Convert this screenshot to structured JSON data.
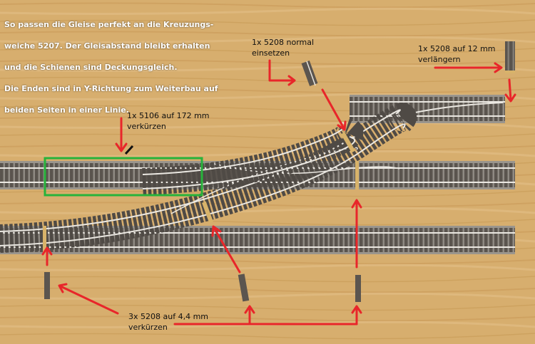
{
  "intro": {
    "line1": "So passen die Gleise perfekt an die Kreuzungs-",
    "line2": "weiche 5207. Der Gleisabstand bleibt erhalten",
    "line3": "und die Schienen sind Deckungsgleich.",
    "line4": "Die Enden sind in Y-Richtung zum Weiterbau auf",
    "line5": "beiden Seiten in einer Linie."
  },
  "labels": {
    "normal": "1x 5208 normal\neinsetzen",
    "extend": "1x 5208 auf 12 mm\nverlängern",
    "shorten_5106": "1x 5106 auf 172 mm\nverkürzen",
    "shorten_5208": "3x 5208 auf 4,4 mm\nverkürzen"
  },
  "colors": {
    "arrow": "#e8262a",
    "highlight": "#27b33b",
    "wood": "#d8b071",
    "sleeper": "#5c5650",
    "ballast": "#8c8882",
    "rail": "#e9e6e0"
  }
}
